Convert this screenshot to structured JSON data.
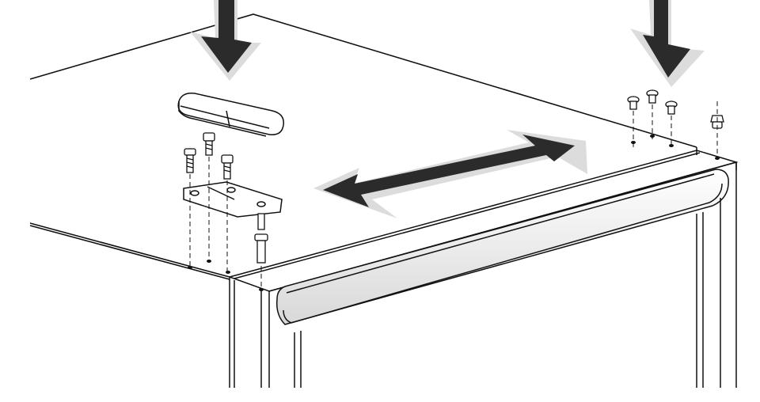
{
  "colors": {
    "background": "#ffffff",
    "line": "#111111",
    "arrow": "#2b2b2b",
    "arrow_halo": "#dcdcdc",
    "part_fill": "#ffffff",
    "part_shade": "#e6e6e6"
  },
  "parts": {
    "left_side": [
      "arrow-down",
      "hinge-cover",
      "screw",
      "screw",
      "screw",
      "hinge-plate",
      "hinge-pin"
    ],
    "right_side": [
      "arrow-down",
      "plug",
      "plug",
      "plug",
      "screw"
    ],
    "center": [
      "double-arrow"
    ]
  }
}
